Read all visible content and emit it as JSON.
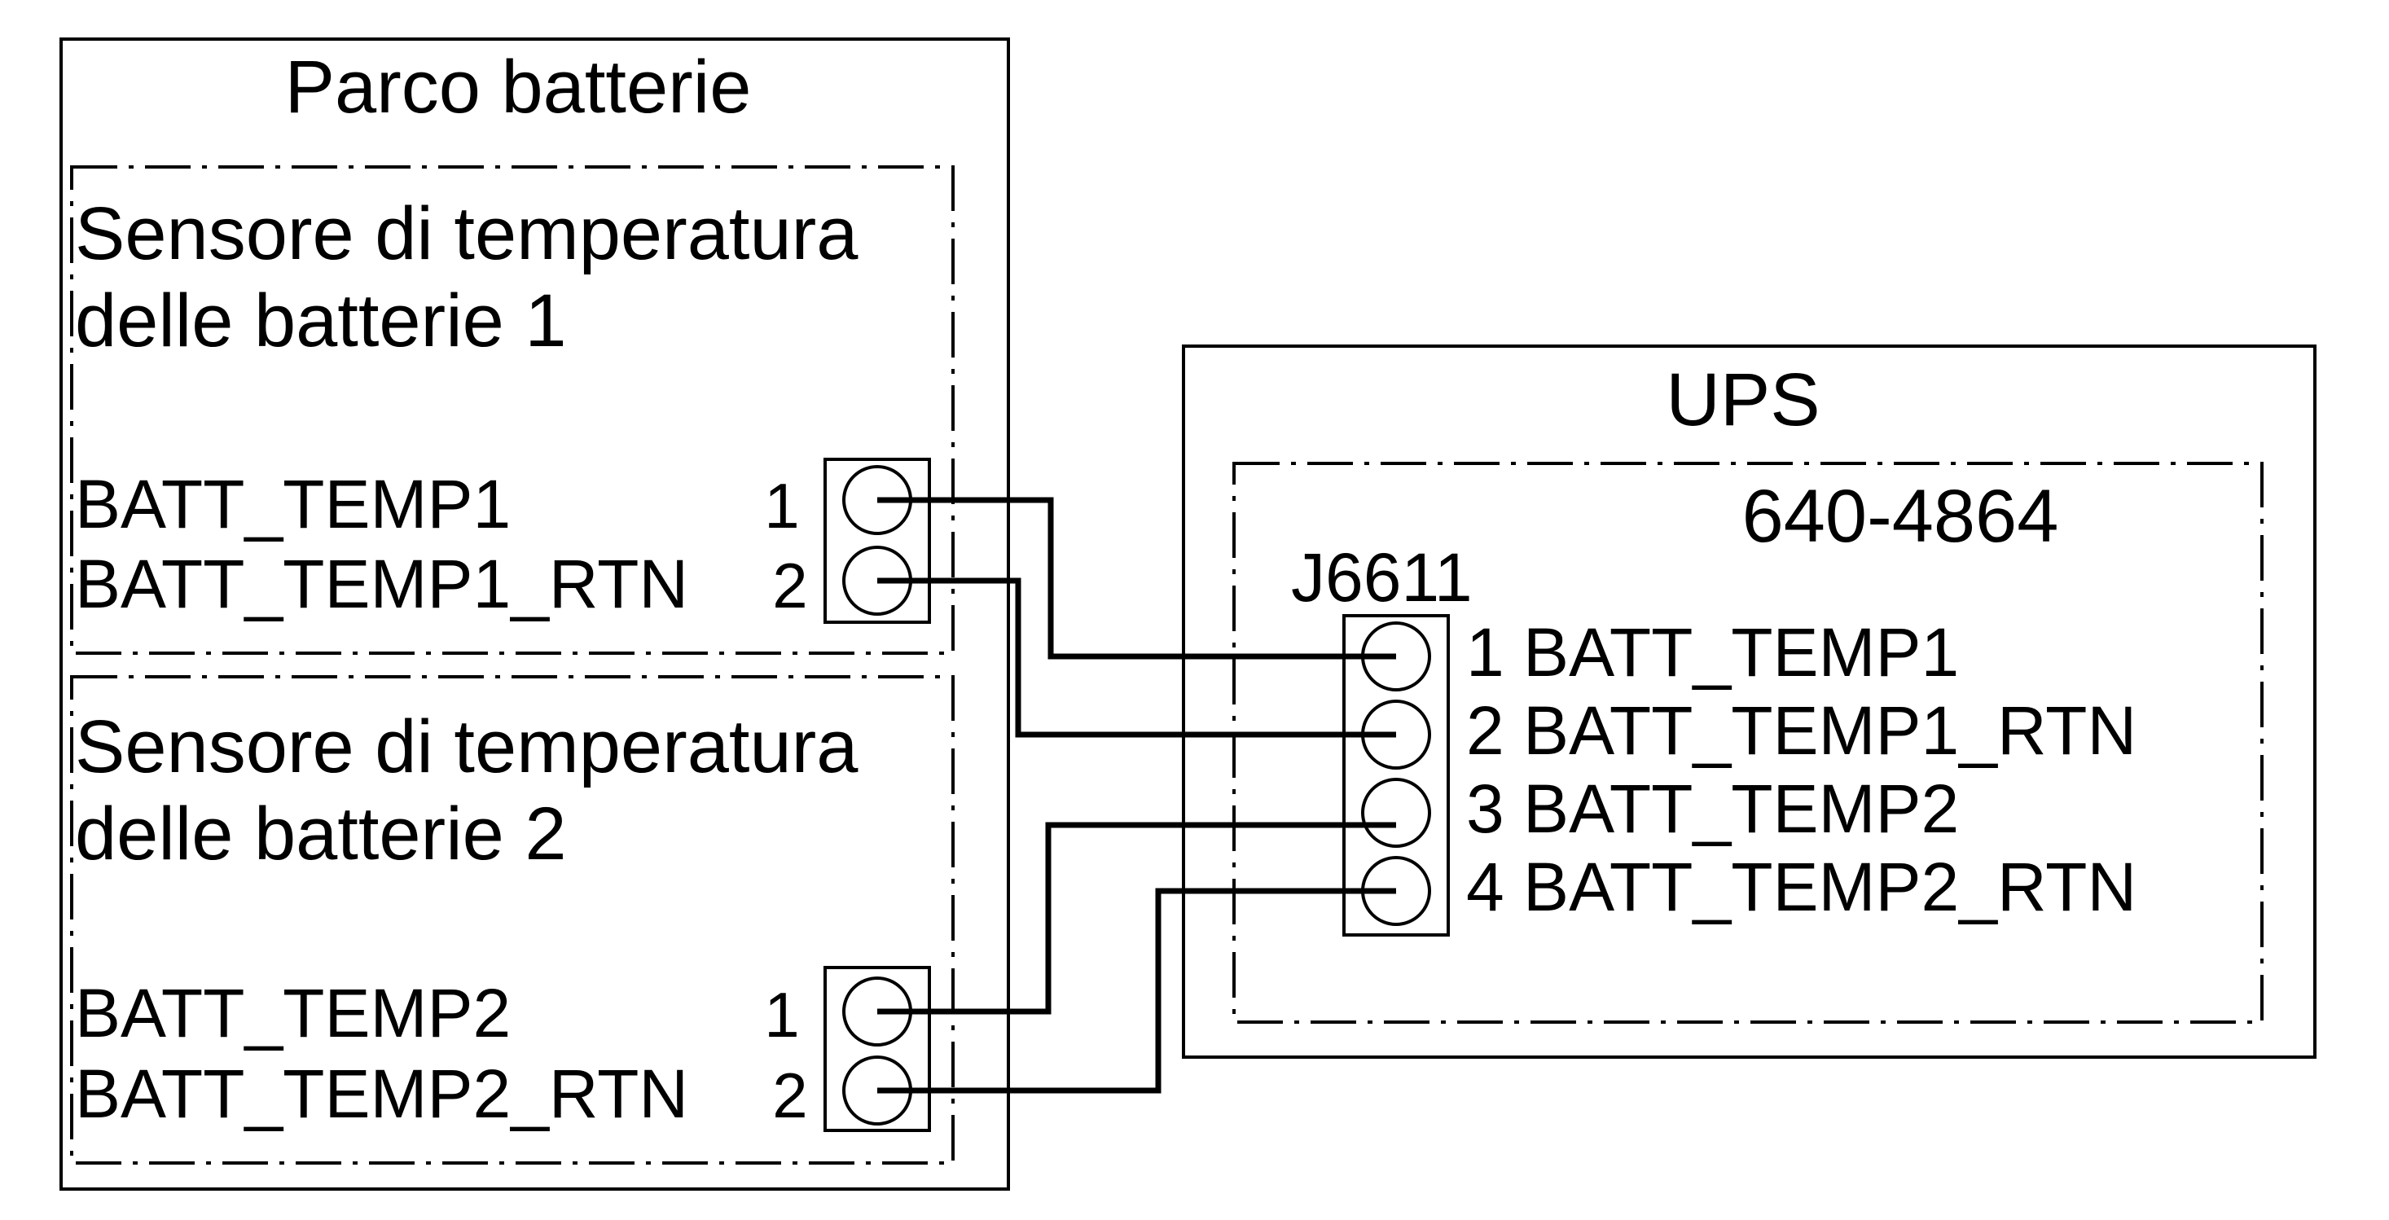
{
  "battery_pack": {
    "title": "Parco batterie",
    "sensor1": {
      "title_line1": "Sensore di temperatura",
      "title_line2": "delle batterie 1",
      "pins": [
        {
          "signal": "BATT_TEMP1",
          "number": "1"
        },
        {
          "signal": "BATT_TEMP1_RTN",
          "number": "2"
        }
      ]
    },
    "sensor2": {
      "title_line1": "Sensore di temperatura",
      "title_line2": "delle batterie 2",
      "pins": [
        {
          "signal": "BATT_TEMP2",
          "number": "1"
        },
        {
          "signal": "BATT_TEMP2_RTN",
          "number": "2"
        }
      ]
    }
  },
  "ups": {
    "title": "UPS",
    "board": {
      "part_number": "640-4864",
      "connector_name": "J6611",
      "pins": [
        {
          "label": "1 BATT_TEMP1"
        },
        {
          "label": "2 BATT_TEMP1_RTN"
        },
        {
          "label": "3 BATT_TEMP2"
        },
        {
          "label": "4 BATT_TEMP2_RTN"
        }
      ]
    }
  }
}
